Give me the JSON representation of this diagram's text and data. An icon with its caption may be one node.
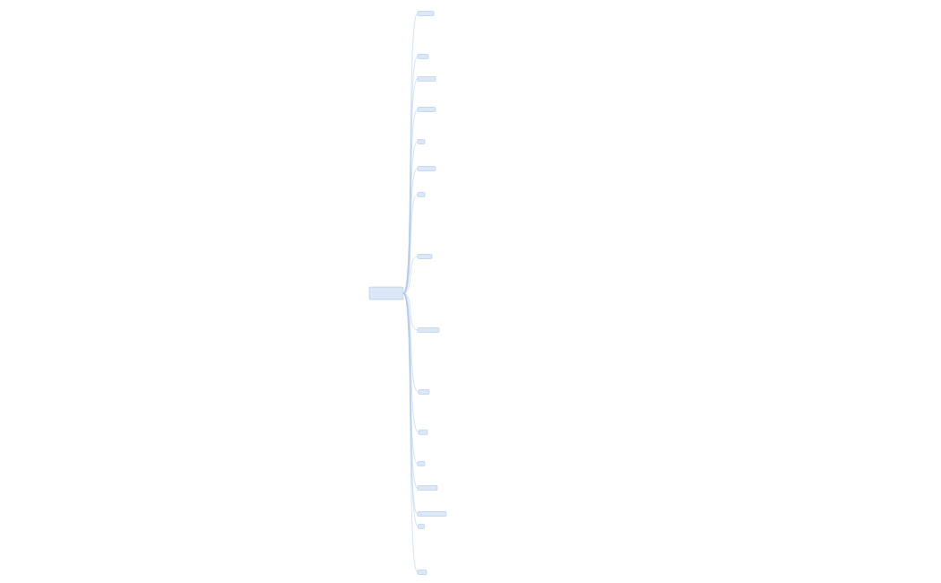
{
  "diagram": {
    "nodes": [
      {
        "text": [],
        "shape": "box"
      },
      {
        "text": [],
        "shape": "box"
      },
      {
        "text": [],
        "shape": "box"
      },
      {
        "text": [],
        "shape": "box"
      },
      {
        "text": [],
        "shape": "box"
      },
      {
        "text": [],
        "shape": "box"
      },
      {
        "text": [],
        "shape": "box"
      },
      {
        "text": [],
        "shape": "box"
      },
      {
        "text": [],
        "shape": "box"
      },
      {
        "text": [],
        "shape": "box"
      },
      {
        "text": [],
        "shape": "box"
      },
      {
        "text": [],
        "shape": "box"
      },
      {
        "text": [],
        "shape": "box"
      },
      {
        "text": [],
        "shape": "box"
      },
      {
        "text": [],
        "shape": "box"
      },
      {
        "text": [],
        "shape": "box"
      },
      {
        "text": [],
        "shape": "box"
      }
    ],
    "edges": [
      {
        "from": 0,
        "to": 1,
        "arrow": "none"
      },
      {
        "from": 0,
        "to": 2,
        "arrow": "none"
      },
      {
        "from": 0,
        "to": 3,
        "arrow": "none"
      },
      {
        "from": 0,
        "to": 4,
        "arrow": "none"
      },
      {
        "from": 0,
        "to": 5,
        "arrow": "none"
      },
      {
        "from": 0,
        "to": 6,
        "arrow": "none"
      },
      {
        "from": 0,
        "to": 7,
        "arrow": "none"
      },
      {
        "from": 0,
        "to": 8,
        "arrow": "none"
      },
      {
        "from": 0,
        "to": 9,
        "arrow": "none"
      },
      {
        "from": 0,
        "to": 10,
        "arrow": "none"
      },
      {
        "from": 0,
        "to": 11,
        "arrow": "none"
      },
      {
        "from": 0,
        "to": 12,
        "arrow": "none"
      },
      {
        "from": 0,
        "to": 13,
        "arrow": "none"
      },
      {
        "from": 0,
        "to": 14,
        "arrow": "none"
      },
      {
        "from": 0,
        "to": 15,
        "arrow": "none"
      },
      {
        "from": 0,
        "to": 16,
        "arrow": "none"
      }
    ]
  }
}
